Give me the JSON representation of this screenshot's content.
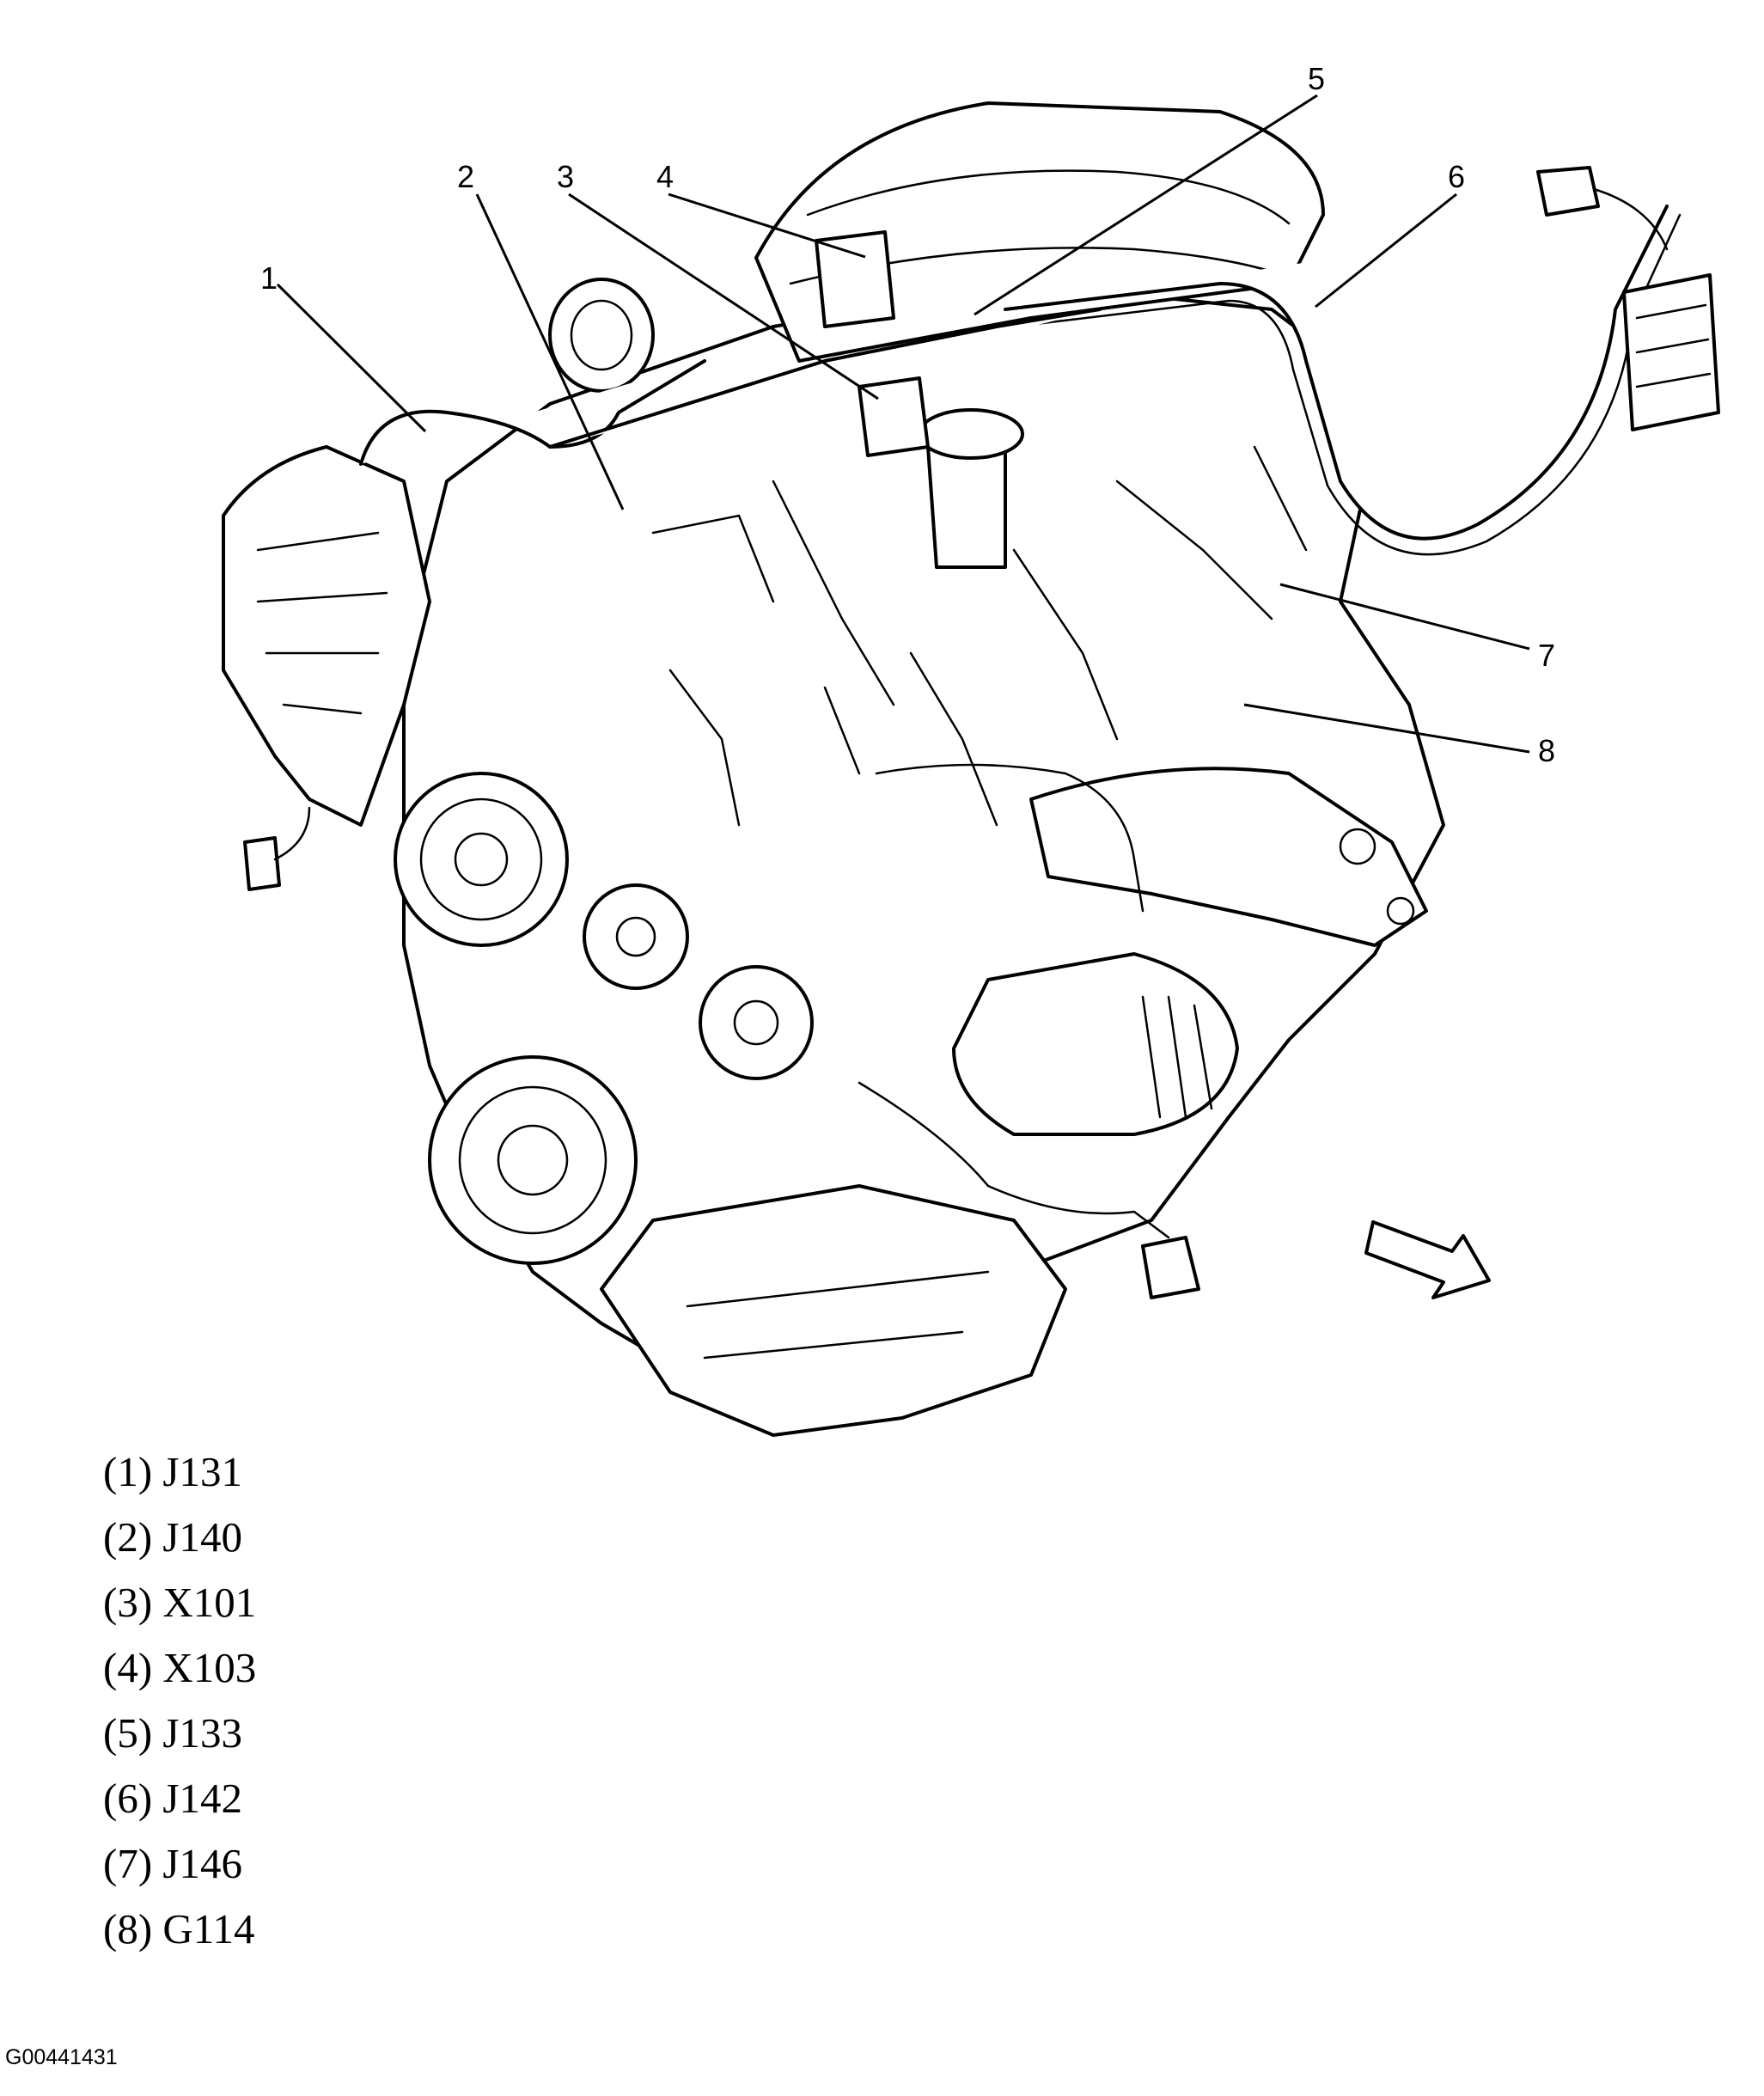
{
  "callouts": [
    "1",
    "2",
    "3",
    "4",
    "5",
    "6",
    "7",
    "8"
  ],
  "legend": [
    {
      "num": "(1)",
      "code": "J131"
    },
    {
      "num": "(2)",
      "code": "J140"
    },
    {
      "num": "(3)",
      "code": "X101"
    },
    {
      "num": "(4)",
      "code": "X103"
    },
    {
      "num": "(5)",
      "code": "J133"
    },
    {
      "num": "(6)",
      "code": "J142"
    },
    {
      "num": "(7)",
      "code": "J146"
    },
    {
      "num": "(8)",
      "code": "G114"
    }
  ],
  "figure_code": "G00441431",
  "icons": {
    "engine": "engine-illustration",
    "direction": "direction-arrow-icon"
  },
  "colors": {
    "ink": "#000000",
    "paper": "#ffffff"
  }
}
